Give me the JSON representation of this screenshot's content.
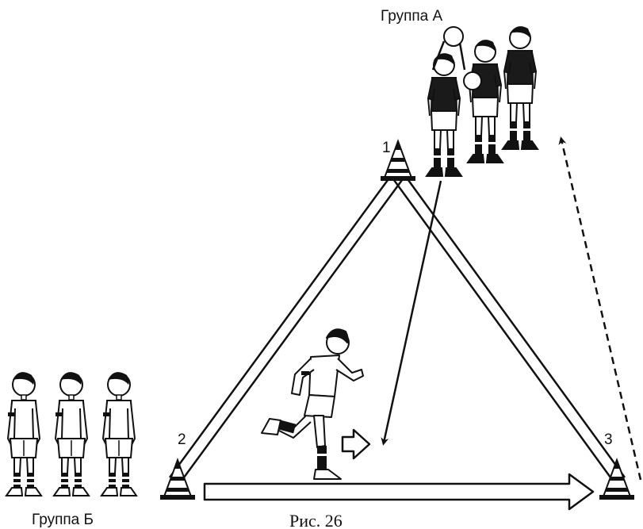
{
  "labels": {
    "group_a": "Группа А",
    "group_b": "Группа Б",
    "cone_1": "1",
    "cone_2": "2",
    "cone_3": "3",
    "figure_caption": "Рис. 26"
  },
  "colors": {
    "ink": "#111111",
    "paper": "#ffffff",
    "dark_jersey": "#1a1a1a",
    "light_kit": "#ffffff"
  }
}
